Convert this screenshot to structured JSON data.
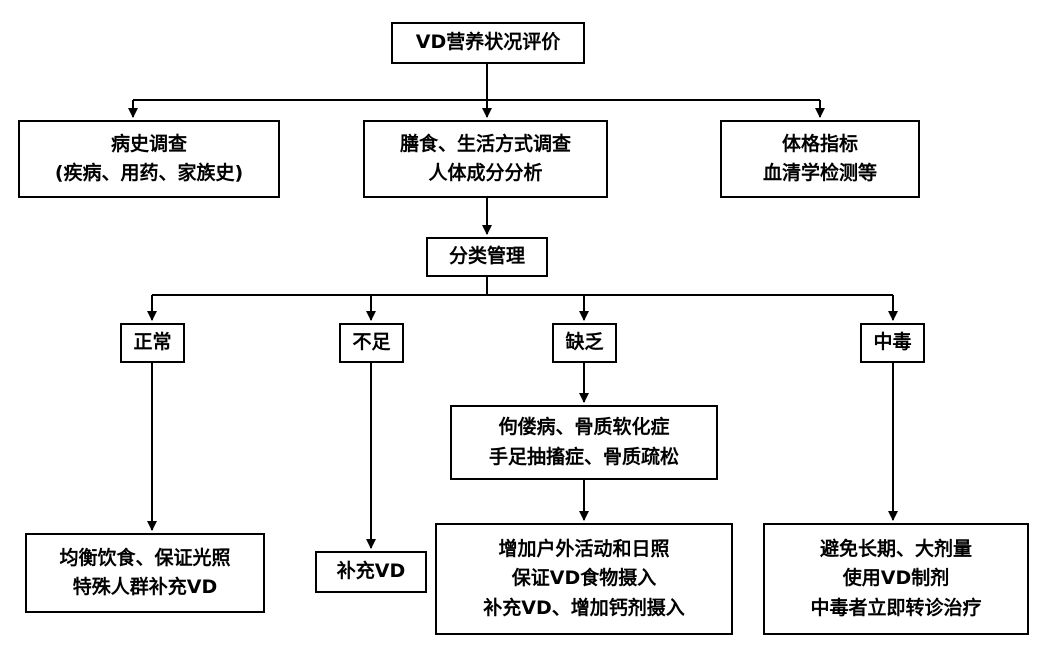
{
  "nodes": {
    "root": {
      "label": "VD营养状况评价"
    },
    "history": {
      "label": "病史调查\n(疾病、用药、家族史)"
    },
    "diet": {
      "label": "膳食、生活方式调查\n人体成分分析"
    },
    "physical": {
      "label": "体格指标\n血清学检测等"
    },
    "classify": {
      "label": "分类管理"
    },
    "normal": {
      "label": "正常"
    },
    "insufficient": {
      "label": "不足"
    },
    "deficient": {
      "label": "缺乏"
    },
    "toxic": {
      "label": "中毒"
    },
    "normal_action": {
      "label": "均衡饮食、保证光照\n特殊人群补充VD"
    },
    "insufficient_action": {
      "label": "补充VD"
    },
    "deficient_symptom": {
      "label": "佝偻病、骨质软化症\n手足抽搐症、骨质疏松"
    },
    "deficient_action": {
      "label": "增加户外活动和日照\n保证VD食物摄入\n补充VD、增加钙剂摄入"
    },
    "toxic_action": {
      "label": "避免长期、大剂量\n使用VD制剂\n中毒者立即转诊治疗"
    }
  },
  "colors": {
    "background": "#ffffff",
    "box_border": "#000000",
    "line": "#000000",
    "text": "#000000"
  }
}
